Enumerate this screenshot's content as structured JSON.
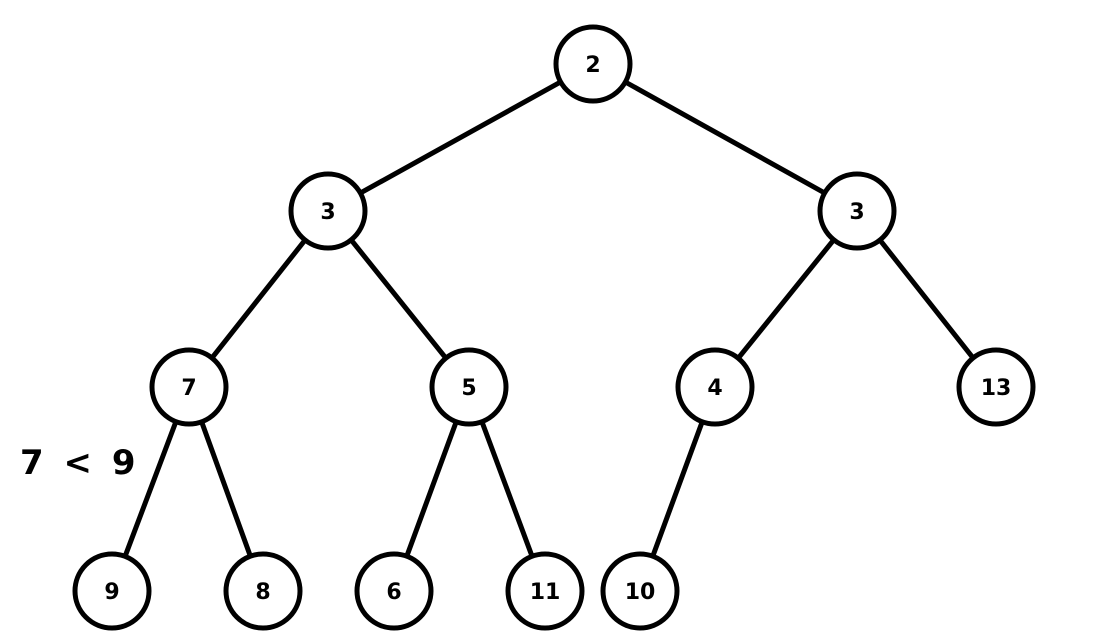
{
  "heap": {
    "nodes": [
      {
        "id": "n0",
        "value": "2"
      },
      {
        "id": "n1",
        "value": "3"
      },
      {
        "id": "n2",
        "value": "3"
      },
      {
        "id": "n3",
        "value": "7"
      },
      {
        "id": "n4",
        "value": "5"
      },
      {
        "id": "n5",
        "value": "4"
      },
      {
        "id": "n6",
        "value": "13"
      },
      {
        "id": "n7",
        "value": "9"
      },
      {
        "id": "n8",
        "value": "8"
      },
      {
        "id": "n9",
        "value": "6"
      },
      {
        "id": "n10",
        "value": "11"
      },
      {
        "id": "n11",
        "value": "10"
      }
    ],
    "edges": [
      [
        "n0",
        "n1"
      ],
      [
        "n0",
        "n2"
      ],
      [
        "n1",
        "n3"
      ],
      [
        "n1",
        "n4"
      ],
      [
        "n2",
        "n5"
      ],
      [
        "n2",
        "n6"
      ],
      [
        "n3",
        "n7"
      ],
      [
        "n3",
        "n8"
      ],
      [
        "n4",
        "n9"
      ],
      [
        "n4",
        "n10"
      ],
      [
        "n5",
        "n11"
      ]
    ]
  },
  "comparison": {
    "text": "7 < 9"
  }
}
